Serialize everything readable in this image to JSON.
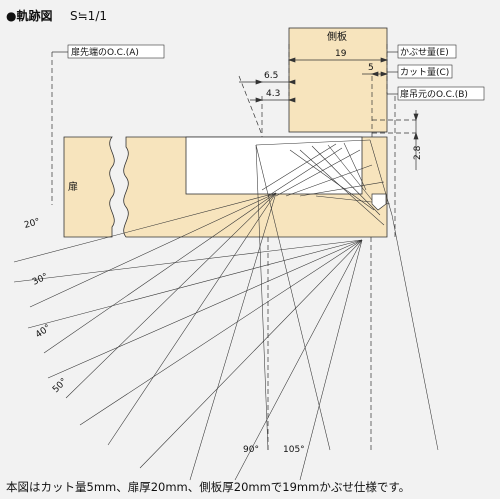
{
  "header": {
    "title": "●軌跡図",
    "scale": "S≒1/1"
  },
  "labels": {
    "side_panel": "側板",
    "door": "扉",
    "door_tip_oc": "扉先端のO.C.(A)",
    "overlay": "かぶせ量(E)",
    "cut": "カット量(C)",
    "door_hinge_oc": "扉吊元のO.C.(B)"
  },
  "dimensions": {
    "d19": "19",
    "d5": "5",
    "d65": "6.5",
    "d43": "4.3",
    "d28": "2.8"
  },
  "angles": {
    "a20": "20°",
    "a30": "30°",
    "a40": "40°",
    "a50": "50°",
    "a90": "90°",
    "a105": "105°"
  },
  "footer": {
    "note": "本図はカット量5mm、扉厚20mm、側板厚20mmで19mmかぶせ仕様です。"
  },
  "colors": {
    "background": "#f2f2f2",
    "door_fill": "#f7e4bd",
    "panel_fill": "#f7e4bd",
    "line": "#1a1a1a"
  }
}
